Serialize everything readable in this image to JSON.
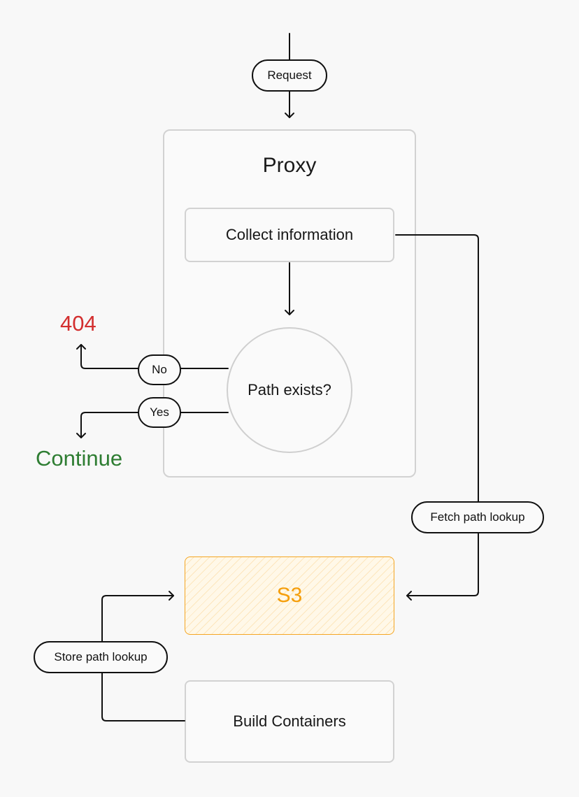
{
  "diagram": {
    "request_label": "Request",
    "proxy_title": "Proxy",
    "collect_label": "Collect information",
    "decision_label": "Path exists?",
    "no_label": "No",
    "yes_label": "Yes",
    "not_found_label": "404",
    "continue_label": "Continue",
    "fetch_label": "Fetch path lookup",
    "s3_label": "S3",
    "store_label": "Store path lookup",
    "build_label": "Build Containers"
  },
  "colors": {
    "not_found": "#d32f2f",
    "continue": "#2e7d32",
    "s3_accent": "#f59e0b",
    "line": "#111111",
    "box_border": "#d2d2d2"
  }
}
